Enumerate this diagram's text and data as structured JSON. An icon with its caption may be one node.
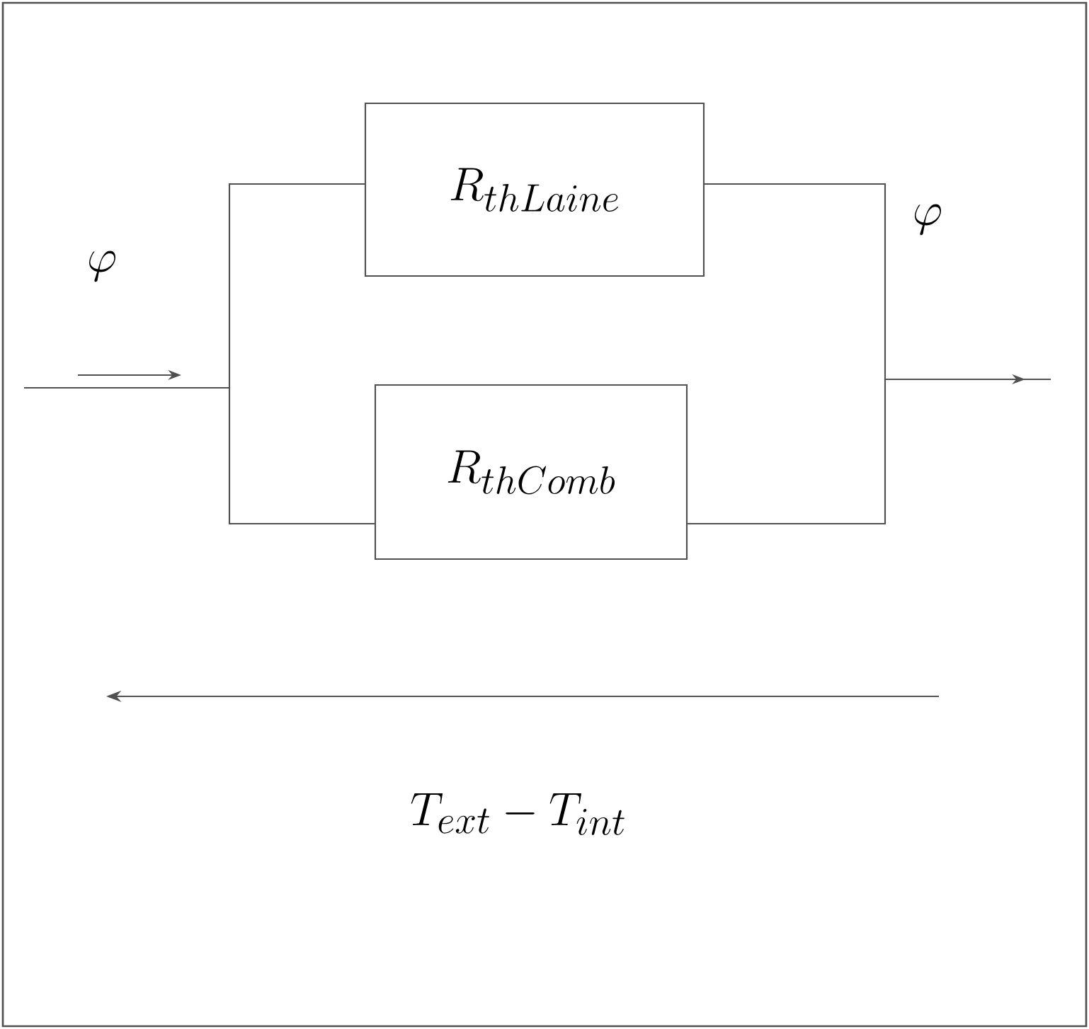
{
  "diagram": {
    "nodes": [
      {
        "text": [
          "R_{thLaine}"
        ]
      },
      {
        "text": [
          "R_{thComb}"
        ]
      }
    ],
    "edges": [
      {
        "from": null,
        "to": 0,
        "arrow": "none"
      },
      {
        "from": null,
        "to": 1,
        "arrow": "none"
      },
      {
        "from": 0,
        "to": null,
        "arrow": "none"
      },
      {
        "from": 1,
        "to": null,
        "arrow": "none"
      }
    ],
    "labels": [
      "\\varphi",
      "\\varphi",
      "T_{ext}-T_{int}"
    ]
  }
}
